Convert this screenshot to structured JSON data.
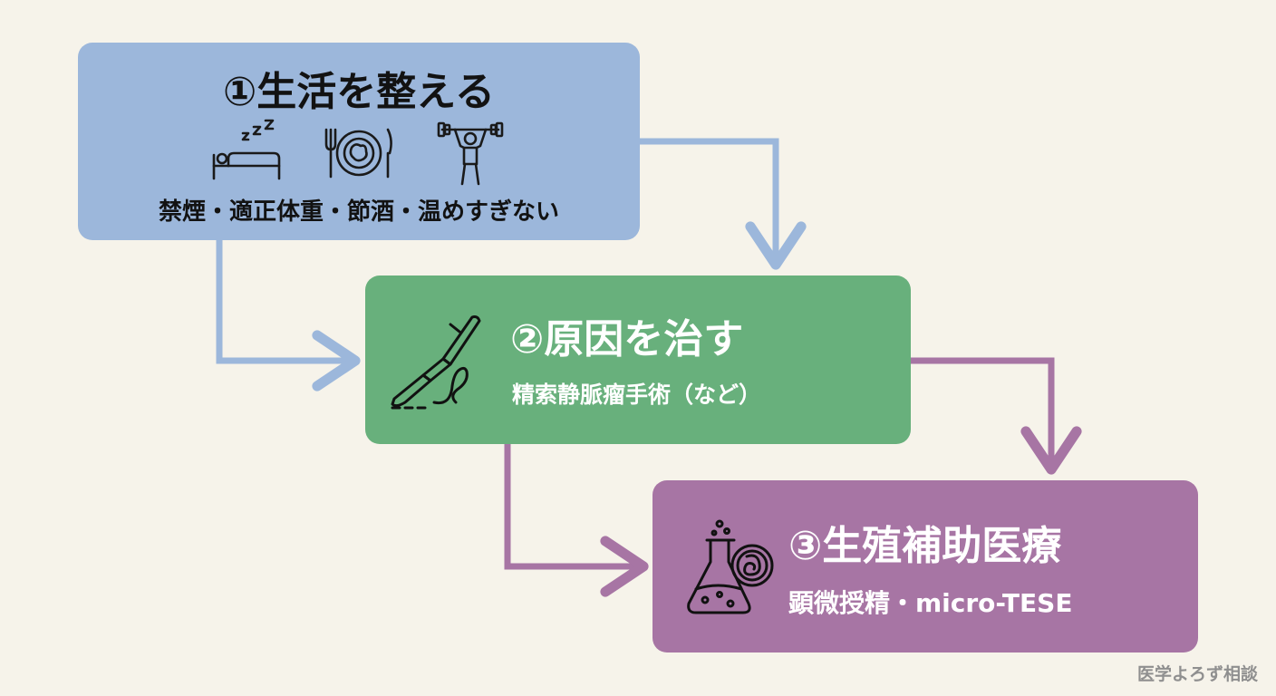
{
  "steps": [
    {
      "title": "①生活を整える",
      "subtitle": "禁煙・適正体重・節酒・温めすぎない"
    },
    {
      "title": "②原因を治す",
      "subtitle": "精索静脈瘤手術（など）"
    },
    {
      "title": "③生殖補助医療",
      "subtitle": "顕微授精・micro-TESE"
    }
  ],
  "icons": [
    "sleep-bed-icon",
    "meal-plate-icon",
    "exercise-dumbbell-icon",
    "scalpel-icon",
    "flask-embryo-icon"
  ],
  "watermark": "医学よろず相談",
  "colors": {
    "background": "#f6f3ea",
    "step1": "#9cb7db",
    "step2": "#68b07c",
    "step3": "#a775a4",
    "arrow_blue": "#9cb7db",
    "arrow_purple": "#a775a4"
  }
}
